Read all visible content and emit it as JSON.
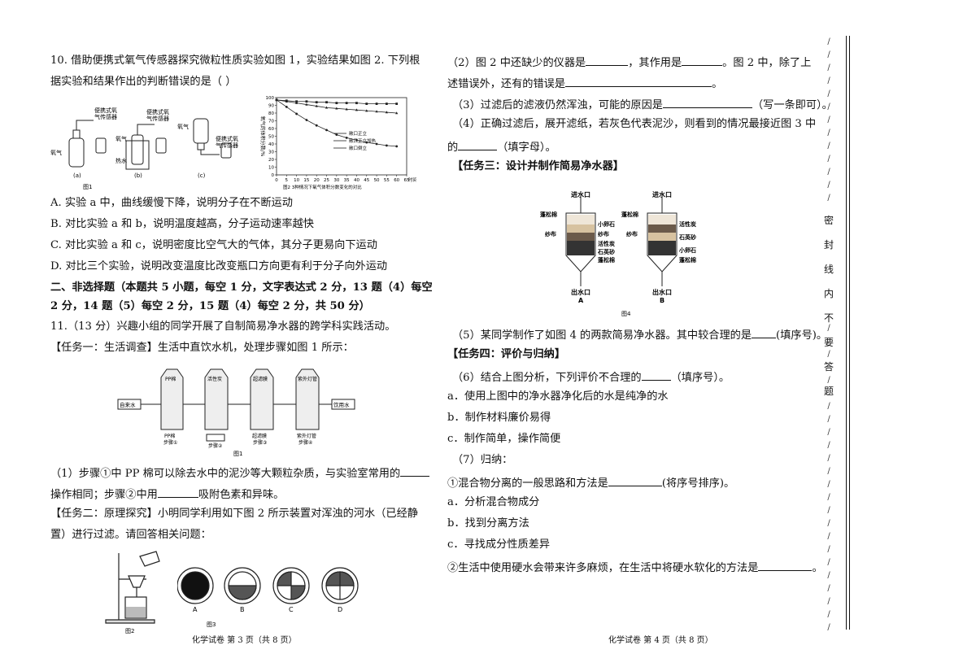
{
  "q10": {
    "stem1": "10. 借助便携式氧气传感器探究微粒性质实验如图 1，实验结果如图 2. 下列根",
    "stem2": "据实验和结果作出的判断错误的是（        ）",
    "fig1": {
      "sensor_label_a": "便携式氧",
      "sensor_label_a2": "气传感器",
      "sensor_label_b": "便携式氧",
      "sensor_label_b2": "气传感器",
      "sensor_label_c": "便携式氧",
      "sensor_label_c2": "气传感器",
      "oxygen_a": "氧气",
      "oxygen_b": "氧气",
      "hot_water": "热水",
      "oxygen_c": "氧气",
      "label_a": "(a)",
      "label_b": "(b)",
      "label_c": "(c)",
      "caption": "图1"
    },
    "options": [
      "A.  实验 a 中，曲线缓慢下降，说明分子在不断运动",
      "B.  对比实验 a 和 b，说明温度越高，分子运动速率越快",
      "C.  对比实验 a 和 c，说明密度比空气大的气体，其分子更易向下运动",
      "D.  对比三个实验，说明改变温度比改变瓶口方向更有利于分子向外运动"
    ]
  },
  "chart_data": {
    "type": "line",
    "title": "图2   3种情况下氧气体积分数变化的对比",
    "ylabel": "氧气的体积分数/%",
    "xlabel": "时间/s",
    "x": [
      0,
      5,
      10,
      15,
      20,
      25,
      30,
      35,
      40,
      45,
      50,
      55,
      60
    ],
    "xticks": [
      "0",
      "5",
      "10",
      "15",
      "20",
      "25",
      "30",
      "35",
      "40",
      "45",
      "50",
      "55",
      "60",
      "65"
    ],
    "yticks": [
      "0",
      "10",
      "20",
      "30",
      "40",
      "50",
      "60",
      "70",
      "80",
      "90",
      "100"
    ],
    "ylim": [
      0,
      100
    ],
    "xlim": [
      0,
      65
    ],
    "series": [
      {
        "name": "敞口正立",
        "values": [
          97,
          96,
          95,
          95,
          94,
          94,
          93,
          93,
          93,
          92,
          92,
          92,
          92
        ]
      },
      {
        "name": "敞口正立加热",
        "values": [
          97,
          95,
          93,
          91,
          89,
          87,
          86,
          85,
          84,
          83,
          82,
          81,
          80
        ]
      },
      {
        "name": "敞口倒立",
        "values": [
          97,
          88,
          79,
          71,
          64,
          58,
          52,
          48,
          45,
          42,
          40,
          38,
          37
        ]
      }
    ]
  },
  "section2": {
    "line1": "二、非选择题（本题共 5 小题，每空 1 分，文字表达式 2 分，13 题（4）每空",
    "line2": "2 分，14 题（5）每空 2 分，15 题（4）每空 2 分，共 50 分）"
  },
  "q11": {
    "stem": "11.（13 分）兴趣小组的同学开展了自制简易净水器的跨学科实践活动。",
    "task1": "【任务一：生活调查】生活中直饮水机，处理步骤如图 1 所示：",
    "fig1": {
      "tap": "自来水",
      "out": "饮用水",
      "t1": "PP棉",
      "t2": "活性炭",
      "t3": "超滤膜",
      "t4": "紫外灯管",
      "s1": "PP棉",
      "s1b": "步骤①",
      "s2b": "步骤②",
      "s3": "超滤膜",
      "s3b": "步骤③",
      "s4": "紫外灯管",
      "s4b": "步骤④",
      "caption": "图1"
    },
    "q1a": "（1）步骤①中 PP 棉可以除去水中的泥沙等大颗粒杂质，与实验室常用的",
    "q1b": "操作相同；步骤②中用",
    "q1c": "吸附色素和异味。",
    "task2a": "【任务二：原理探究】小明同学利用如下图 2 所示装置对浑浊的河水（已经静",
    "task2b": "置）进行过滤。请回答相关问题：",
    "fig2caption": "图2",
    "fig3caption": "图3",
    "fig3labels": [
      "A",
      "B",
      "C",
      "D"
    ]
  },
  "right": {
    "q2a": "（2）图 2 中还缺少的仪器是",
    "q2b": "，其作用是",
    "q2c": "。图 2 中，除了上",
    "q2d": "述错误外，还有的错误是",
    "q3a": "（3）过滤后的滤液仍然浑浊，可能的原因是",
    "q3b": "（写一条即可）。",
    "q4a": "（4）正确过滤后，展开滤纸，若灰色代表泥沙，则看到的情况最接近图 3 中",
    "q4b": "的",
    "q4c": "（填字母）。",
    "task3": "【任务三：设计并制作简易净水器】",
    "fig4": {
      "inA": "进水口",
      "inB": "进水口",
      "outA": "出水口",
      "outB": "出水口",
      "A": "A",
      "B": "B",
      "caption": "图4",
      "leftA1": "蓬松棉",
      "leftA2": "纱布",
      "rightA": [
        "小卵石",
        "纱布",
        "活性炭",
        "石英砂",
        "蓬松棉"
      ],
      "leftB1": "蓬松棉",
      "leftB2": "纱布",
      "rightB": [
        "活性炭",
        "石英砂",
        "小卵石",
        "蓬松棉"
      ]
    },
    "q5a": "（5）某同学制作了如图 4 的两款简易净水器。其中较合理的是",
    "q5b": "(填序号)。",
    "task4": "【任务四：评价与归纳】",
    "q6a": "（6）结合上图分析，下列评价不合理的",
    "q6b": "（填序号）。",
    "q6opts": [
      "a．使用上图中的净水器净化后的水是纯净的水",
      "b．制作材料廉价易得",
      "c．制作简单，操作简便"
    ],
    "q7": "（7）归纳：",
    "q7_1a": "①混合物分离的一般思路和方法是",
    "q7_1b": "(将序号排序)。",
    "q7opts": [
      "a．分析混合物成分",
      "b．找到分离方法",
      "c．寻找成分性质差异"
    ],
    "q7_2": "②生活中使用硬水会带来许多麻烦，在生活中将硬水软化的方法是",
    "q7_2end": "。"
  },
  "footers": {
    "left": "化学试卷    第 3 页（共 8 页）",
    "right": "化学试卷    第 4 页（共 8 页）"
  },
  "seal": [
    "密",
    "封",
    "线",
    "内",
    "不",
    "要",
    "答",
    "题"
  ]
}
